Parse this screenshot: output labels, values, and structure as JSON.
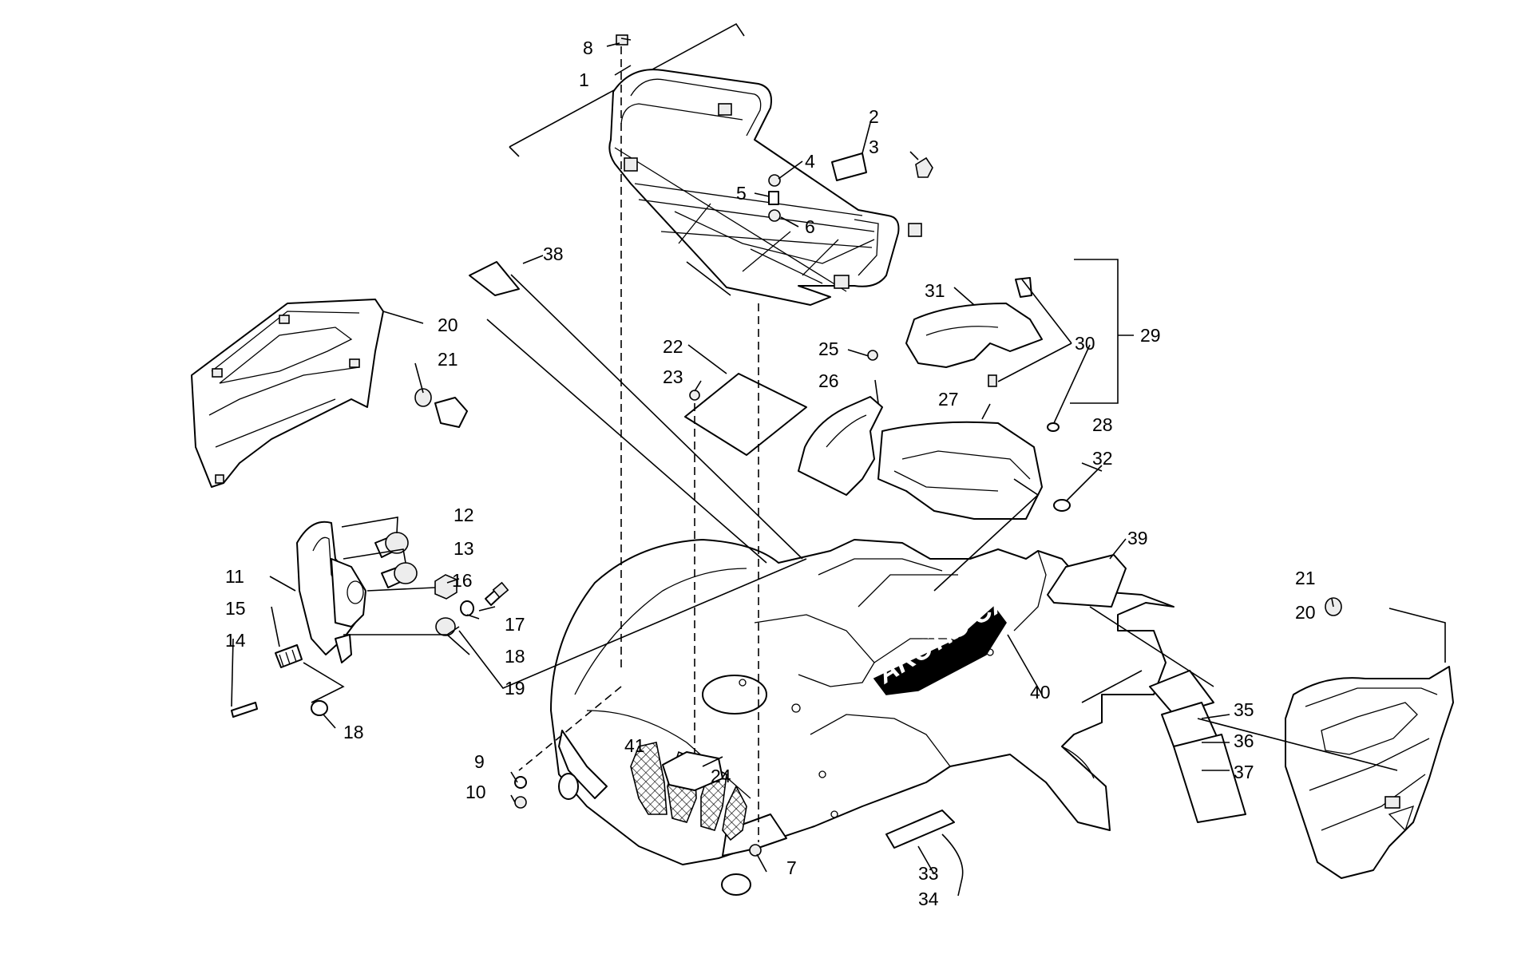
{
  "diagram": {
    "brand_decal_text": "ARCTIC CAT",
    "callouts": {
      "c1": "1",
      "c2": "2",
      "c3": "3",
      "c4": "4",
      "c5": "5",
      "c6": "6",
      "c7": "7",
      "c8": "8",
      "c9": "9",
      "c10": "10",
      "c11": "11",
      "c12": "12",
      "c13": "13",
      "c14": "14",
      "c15": "15",
      "c16": "16",
      "c17": "17",
      "c18a": "18",
      "c18b": "18",
      "c19": "19",
      "c20a": "20",
      "c20b": "20",
      "c21a": "21",
      "c21b": "21",
      "c22": "22",
      "c23": "23",
      "c24": "24",
      "c25": "25",
      "c26": "26",
      "c27": "27",
      "c28": "28",
      "c29": "29",
      "c30": "30",
      "c31": "31",
      "c32": "32",
      "c33": "33",
      "c34": "34",
      "c35": "35",
      "c36": "36",
      "c37": "37",
      "c38": "38",
      "c39": "39",
      "c40": "40",
      "c41": "41"
    }
  }
}
